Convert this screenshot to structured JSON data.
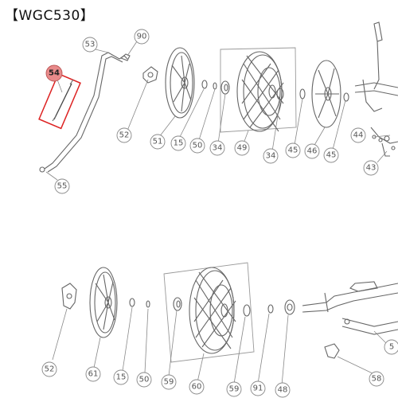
{
  "title": "【WGC530】",
  "highlight_color": "#e88a8a",
  "callouts": [
    {
      "id": "c53",
      "label": "53"
    },
    {
      "id": "c90",
      "label": "90"
    },
    {
      "id": "c54",
      "label": "54",
      "highlight": true
    },
    {
      "id": "c52a",
      "label": "52"
    },
    {
      "id": "c51",
      "label": "51"
    },
    {
      "id": "c15a",
      "label": "15"
    },
    {
      "id": "c50a",
      "label": "50"
    },
    {
      "id": "c34a",
      "label": "34"
    },
    {
      "id": "c49",
      "label": "49"
    },
    {
      "id": "c34b",
      "label": "34"
    },
    {
      "id": "c45a",
      "label": "45"
    },
    {
      "id": "c46",
      "label": "46"
    },
    {
      "id": "c45b",
      "label": "45"
    },
    {
      "id": "c44",
      "label": "44"
    },
    {
      "id": "c43",
      "label": "43"
    },
    {
      "id": "c55",
      "label": "55"
    },
    {
      "id": "c52b",
      "label": "52"
    },
    {
      "id": "c61",
      "label": "61"
    },
    {
      "id": "c15b",
      "label": "15"
    },
    {
      "id": "c50b",
      "label": "50"
    },
    {
      "id": "c59a",
      "label": "59"
    },
    {
      "id": "c60",
      "label": "60"
    },
    {
      "id": "c59b",
      "label": "59"
    },
    {
      "id": "c91",
      "label": "91"
    },
    {
      "id": "c48",
      "label": "48"
    },
    {
      "id": "c58",
      "label": "58"
    },
    {
      "id": "c5",
      "label": "5"
    }
  ]
}
